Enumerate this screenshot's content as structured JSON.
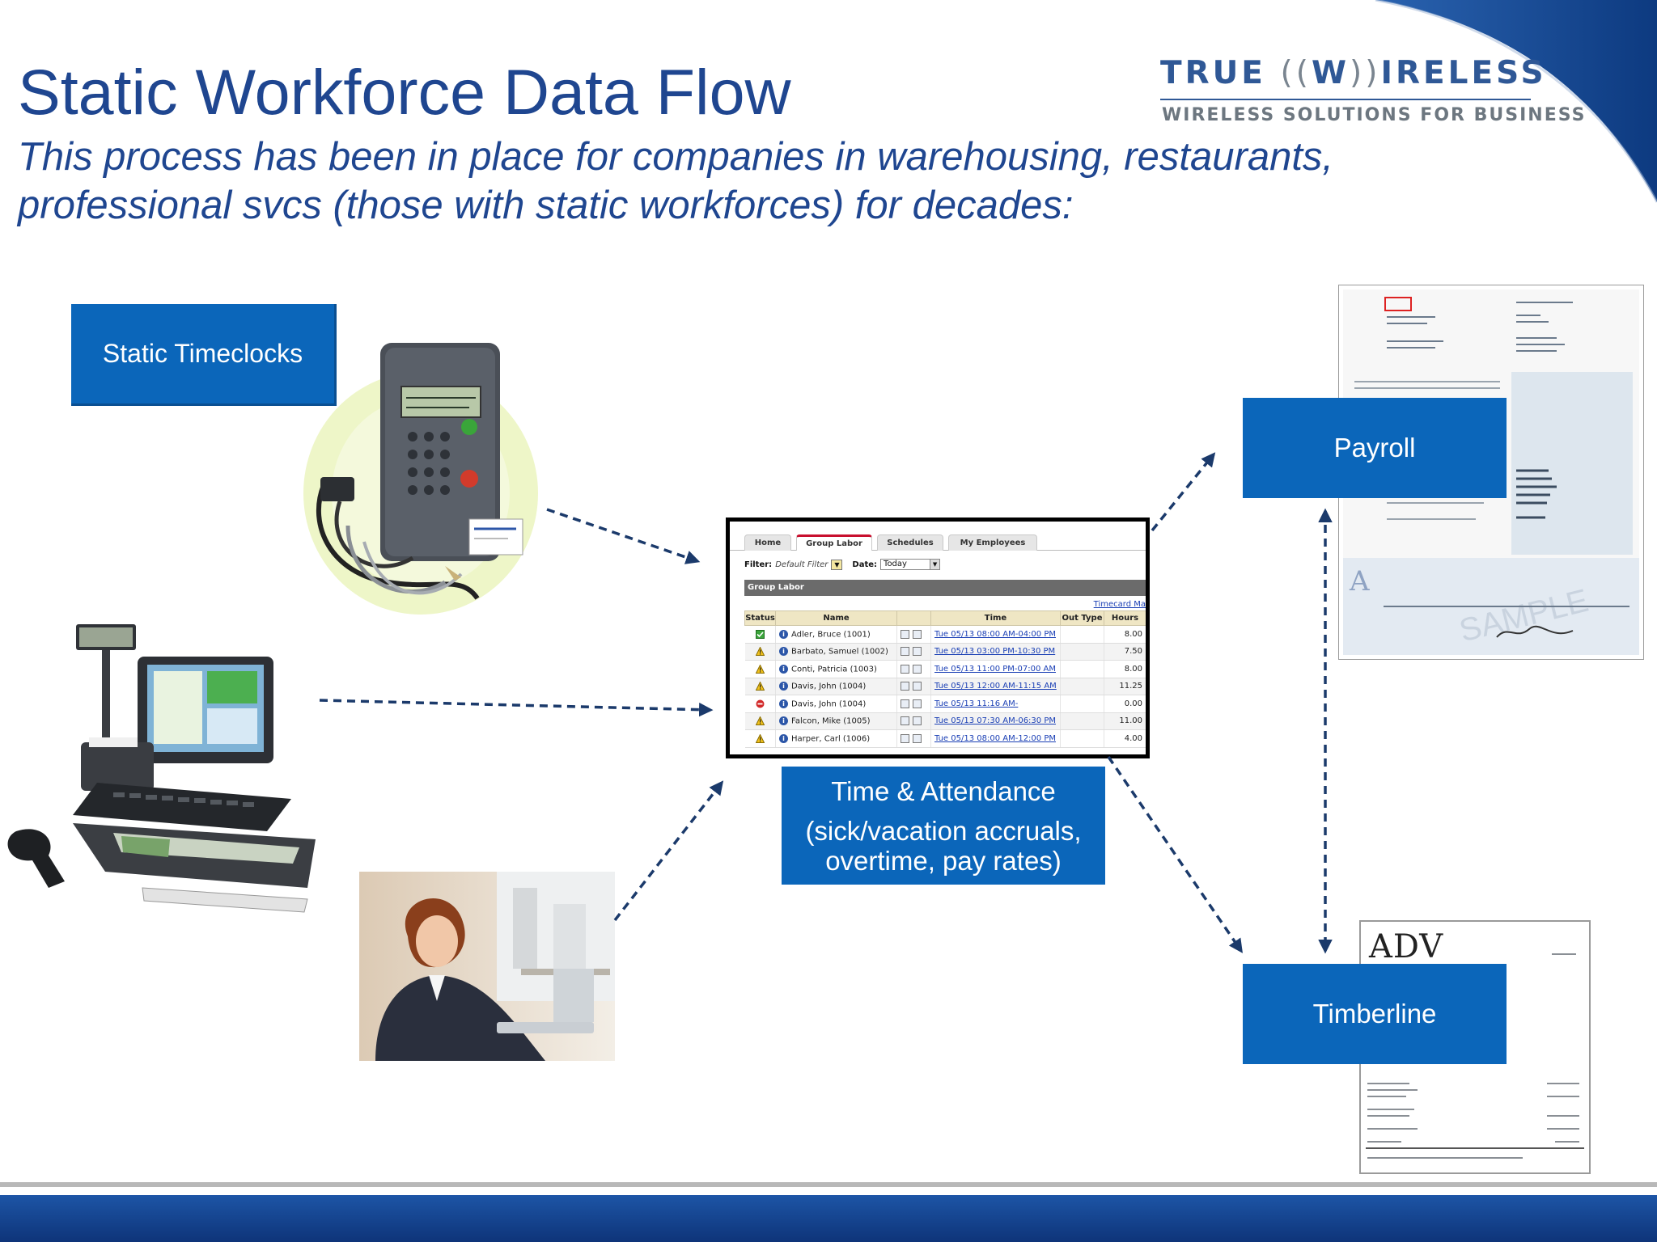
{
  "header": {
    "title": "Static Workforce Data Flow",
    "subtitle": "This process has been in place for companies in warehousing, restaurants, professional svcs (those with static workforces) for decades:"
  },
  "logo": {
    "word_left": "TRUE",
    "word_w": "W",
    "word_right": "IRELESS",
    "tagline": "WIRELESS SOLUTIONS FOR BUSINESS"
  },
  "boxes": {
    "timeclocks": "Static Timeclocks",
    "payroll": "Payroll",
    "timberline": "Timberline",
    "ta_title": "Time & Attendance",
    "ta_detail": "(sick/vacation accruals, overtime, pay rates)"
  },
  "invoice_letters": "ADV",
  "ta_screen": {
    "tabs": [
      "Home",
      "Group Labor",
      "Schedules",
      "My Employees"
    ],
    "active_tab": "Group Labor",
    "filter_label": "Filter:",
    "filter_value": "Default Filter",
    "date_label": "Date:",
    "date_value": "Today",
    "group_label": "Group Labor",
    "timecard_link": "Timecard Ma",
    "columns": [
      "Status",
      "Name",
      "Time",
      "Out Type",
      "Hours"
    ],
    "rows": [
      {
        "status": "ok",
        "name": "Adler, Bruce (1001)",
        "time": "Tue 05/13 08:00 AM-04:00 PM",
        "out_type": "",
        "hours": "8.00"
      },
      {
        "status": "warn",
        "name": "Barbato, Samuel (1002)",
        "time": "Tue 05/13 03:00 PM-10:30 PM",
        "out_type": "",
        "hours": "7.50"
      },
      {
        "status": "warn",
        "name": "Conti, Patricia (1003)",
        "time": "Tue 05/13 11:00 PM-07:00 AM",
        "out_type": "",
        "hours": "8.00"
      },
      {
        "status": "warn",
        "name": "Davis, John (1004)",
        "time": "Tue 05/13 12:00 AM-11:15 AM",
        "out_type": "",
        "hours": "11.25"
      },
      {
        "status": "error",
        "name": "Davis, John (1004)",
        "time": "Tue 05/13 11:16 AM-",
        "out_type": "",
        "hours": "0.00"
      },
      {
        "status": "warn",
        "name": "Falcon, Mike (1005)",
        "time": "Tue 05/13 07:30 AM-06:30 PM",
        "out_type": "",
        "hours": "11.00"
      },
      {
        "status": "warn",
        "name": "Harper, Carl (1006)",
        "time": "Tue 05/13 08:00 AM-12:00 PM",
        "out_type": "",
        "hours": "4.00"
      }
    ]
  },
  "colors": {
    "title_blue": "#1f4690",
    "box_blue": "#0b66ba",
    "arrow_navy": "#1b3a6b",
    "footer_navy": "#123f8a"
  }
}
